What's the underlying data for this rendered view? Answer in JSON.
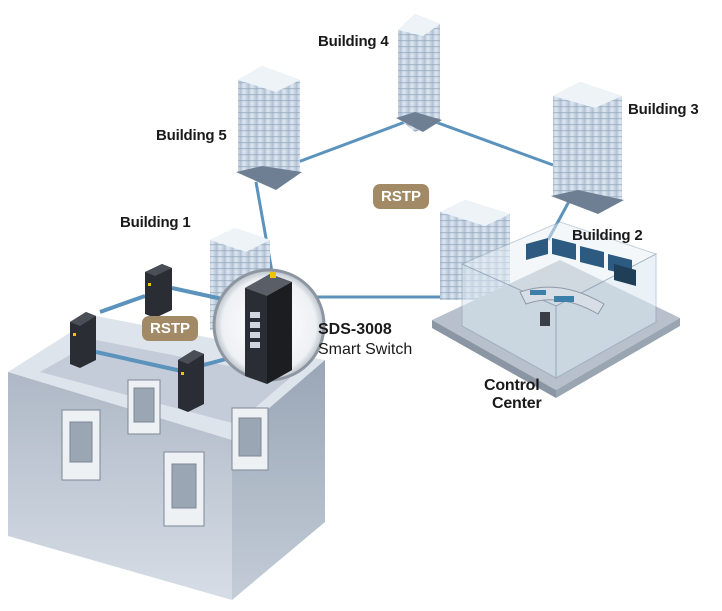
{
  "labels": {
    "building_1": "Building 1",
    "building_2": "Building 2",
    "building_3": "Building 3",
    "building_4": "Building 4",
    "building_5": "Building 5",
    "control_center_line1": "Control",
    "control_center_line2": "Center"
  },
  "badges": {
    "ring_protocol": "RSTP",
    "local_protocol": "RSTP"
  },
  "switch": {
    "model": "SDS-3008",
    "type": "Smart Switch"
  },
  "colors": {
    "link": "#5b93bd",
    "badge": "#a38a66",
    "cube_front": "#c9d1dc",
    "cube_side": "#b4bfcd",
    "cube_top": "#e3e9f0",
    "building": "#c7d4e2",
    "device": "#2a2d33"
  },
  "icons": {
    "switch": "industrial-switch-icon",
    "building": "tower-building-icon",
    "elevator": "elevator-cabinet-icon"
  }
}
